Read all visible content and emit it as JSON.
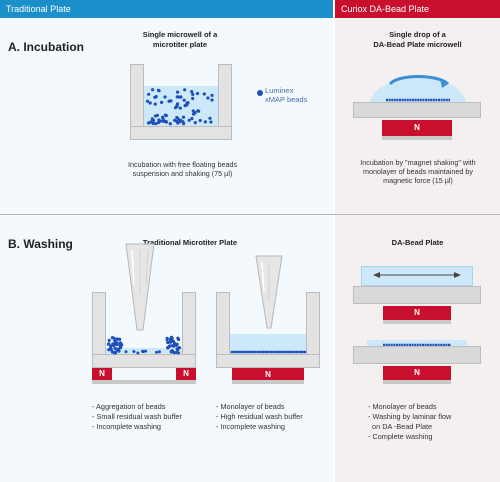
{
  "header": {
    "left_label": "Traditional Plate",
    "right_label": "Curiox DA-Bead Plate",
    "left_color": "#1a8fc9",
    "right_color": "#c8102e"
  },
  "incubation": {
    "section_label": "A. Incubation",
    "traditional_title_line1": "Single microwell of a",
    "traditional_title_line2": "microtiter plate",
    "legend_line1": "Luminex",
    "legend_line2": "xMAP beads",
    "traditional_caption_line1": "Incubation with free floating beads",
    "traditional_caption_line2": "suspension and shaking (75 µl)",
    "curiox_title_line1": "Single drop of a",
    "curiox_title_line2": "DA-Bead Plate microwell",
    "curiox_caption_line1": "Incubation by \"magnet shaking\" with",
    "curiox_caption_line2": "monolayer of beads maintained by",
    "curiox_caption_line3": "magnetic force (15 µl)",
    "magnet_label": "N"
  },
  "washing": {
    "section_label": "B. Washing",
    "traditional_title": "Traditional Microtiter Plate",
    "curiox_title": "DA-Bead Plate",
    "magnet_label": "N",
    "list1": [
      "- Aggregation of beads",
      "- Small residual wash buffer",
      "- Incomplete washing"
    ],
    "list2": [
      "- Monolayer of beads",
      "- High residual wash buffer",
      "- Incomplete washing"
    ],
    "list3": [
      "- Monolayer of beads",
      "- Washing by laminar flow",
      "  on DA -Bead Plate",
      "- Complete washing"
    ]
  },
  "colors": {
    "bead": "#1f4fb8",
    "liquid": "#cde8f8",
    "magnet": "#c8102e",
    "panel_left": "#f3f9fd",
    "panel_right": "#f3f0ef"
  }
}
